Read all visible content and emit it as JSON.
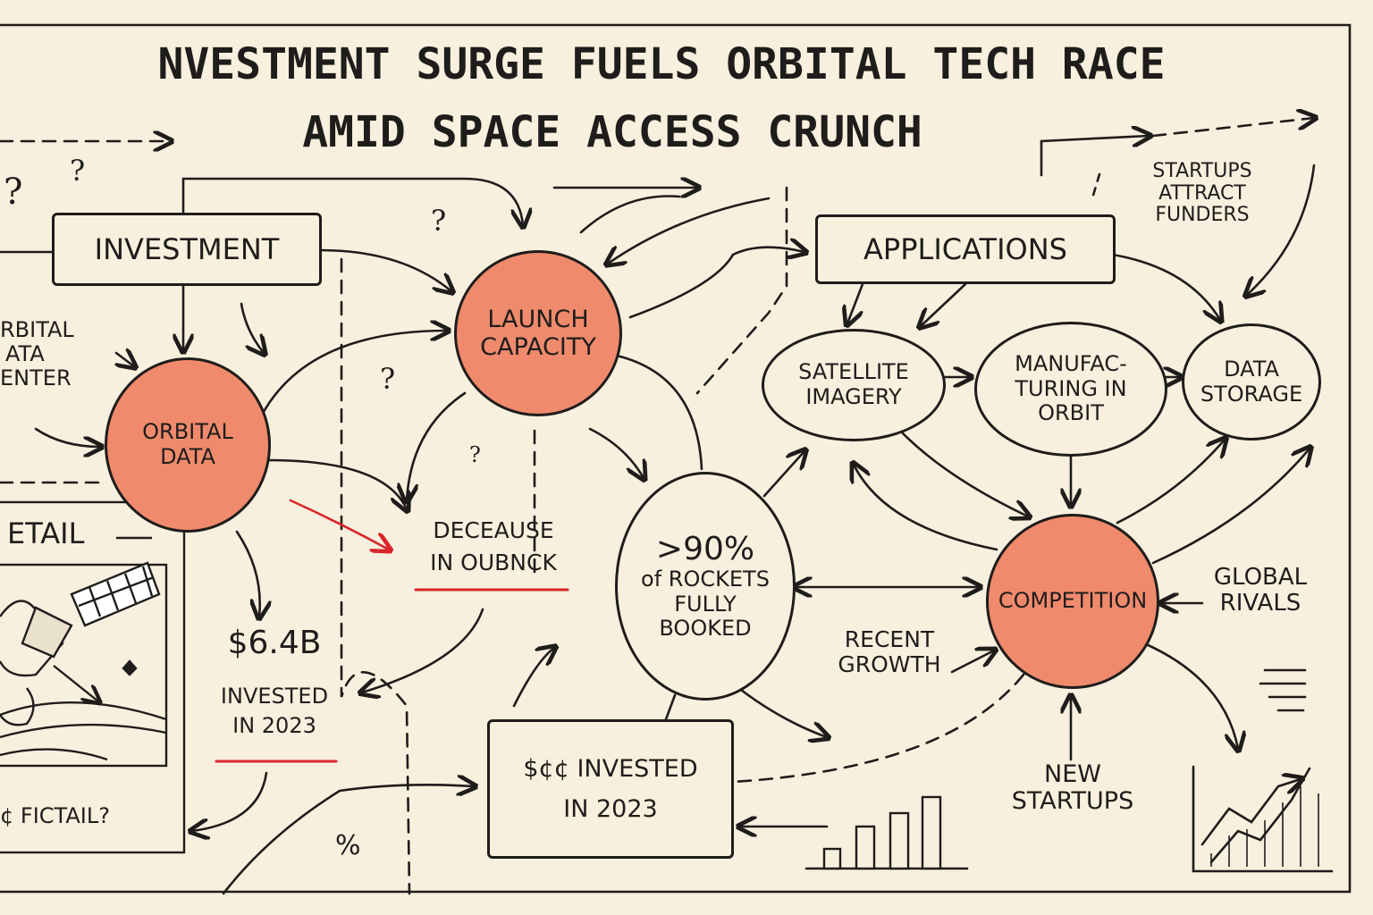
{
  "title": {
    "line1": "nvestment surge fuels orbital tech race",
    "line2": "amid space access crunch"
  },
  "boxes": {
    "investment": "INVESTMENT",
    "applications": "APPLICATIONS",
    "invested_box_l1": "$¢¢ INVESTED",
    "invested_box_l2": "IN 2023"
  },
  "nodes": {
    "launch_capacity_l1": "LAUNCH",
    "launch_capacity_l2": "CAPACITY",
    "orbital_data_l1": "ORBITAL",
    "orbital_data_l2": "DATA",
    "competition": "COMPETITION",
    "satellite_imagery_l1": "SATELLITE",
    "satellite_imagery_l2": "IMAGERY",
    "manufacturing_l1": "MANUFAC-",
    "manufacturing_l2": "TURING IN",
    "manufacturing_l3": "ORBIT",
    "data_storage_l1": "DATA",
    "data_storage_l2": "STORAGE",
    "rockets_l1": ">90%",
    "rockets_l2": "of ROCKETS",
    "rockets_l3": "FULLY",
    "rockets_l4": "BOOKED"
  },
  "labels": {
    "orbital_datacenter_l1": "RBITAL",
    "orbital_datacenter_l2": "ATA",
    "orbital_datacenter_l3": "ENTER",
    "detail": "ETAIL",
    "decrease_l1": "DECEAUSE",
    "decrease_l2": "IN OUBNCK",
    "invested_amount": "$6.4B",
    "invested_l1": "INVESTED",
    "invested_l2": "IN 2023",
    "fictail": "¢ FICTAIL?",
    "startups_attract_l1": "STARTUPS",
    "startups_attract_l2": "ATTRACT",
    "startups_attract_l3": "FUNDERS",
    "global_rivals_l1": "GLOBAL",
    "global_rivals_l2": "RIVALS",
    "recent_growth_l1": "RECENT",
    "recent_growth_l2": "GROWTH",
    "new_startups_l1": "NEW",
    "new_startups_l2": "STARTUPS",
    "percent": "%"
  },
  "marks": {
    "q1": "?",
    "q2": "?",
    "q3": "?",
    "q4": "?",
    "q5": "?"
  },
  "colors": {
    "background": "#f8f0de",
    "ink": "#1f1d1b",
    "accent_fill": "#f08a6d",
    "accent_line": "#d8262a"
  }
}
